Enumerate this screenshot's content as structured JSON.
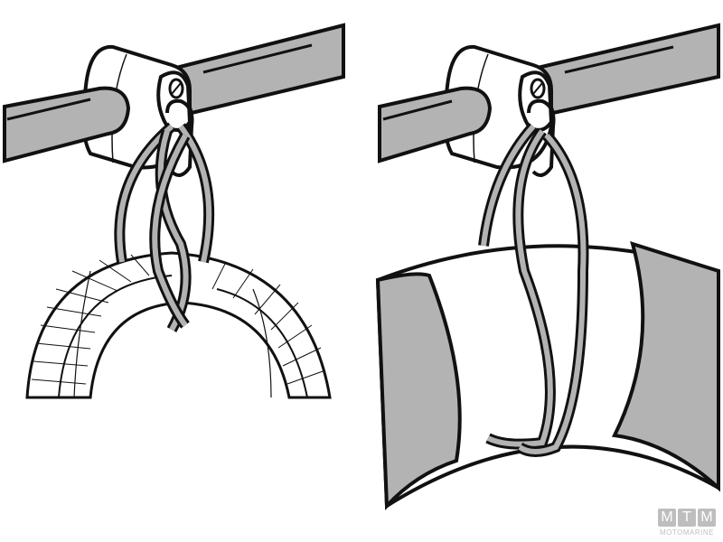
{
  "figure": {
    "panels": [
      {
        "id": "left",
        "description": "Loop sling from rail clamp eye holding a tyre"
      },
      {
        "id": "right",
        "description": "Loop sling from rail clamp eye holding a cylindrical fender"
      }
    ],
    "colors": {
      "outline": "#111111",
      "fill_gray": "#b3b3b3",
      "fill_white": "#ffffff",
      "background": "#ffffff"
    }
  },
  "watermark": {
    "letters": [
      "M",
      "T",
      "M"
    ],
    "subtitle": "MOTOMARINE"
  }
}
